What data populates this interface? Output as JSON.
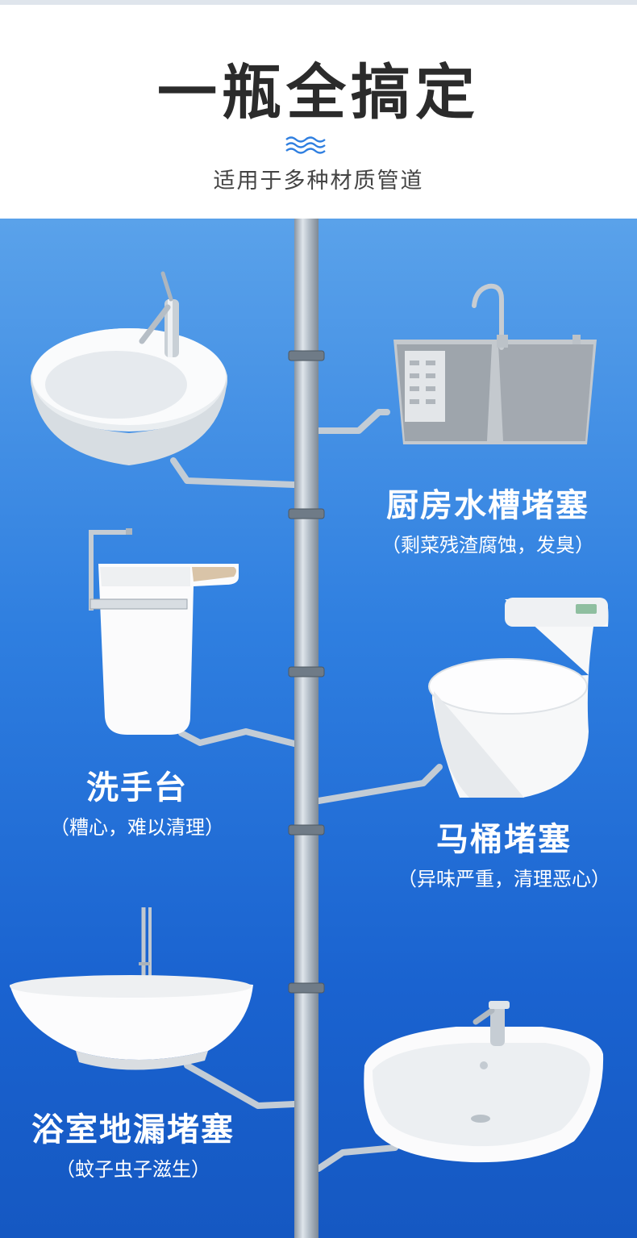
{
  "header": {
    "title": "一瓶全搞定",
    "subtitle": "适用于多种材质管道"
  },
  "icons": {
    "waves": "wave-icon"
  },
  "colors": {
    "background_top": "#5aa2ea",
    "background_bottom": "#1558c2",
    "pipe": "#b8c2cc",
    "text_dark": "#2b2b2b",
    "accent_wave": "#2f7fe0"
  },
  "fixtures": {
    "kitchen_sink": {
      "title": "厨房水槽堵塞",
      "desc": "（剩菜残渣腐蚀，发臭）"
    },
    "washbasin": {
      "title": "洗手台",
      "desc": "（糟心，难以清理）"
    },
    "toilet": {
      "title": "马桶堵塞",
      "desc": "（异味严重，清理恶心）"
    },
    "bathroom_drain": {
      "title": "浴室地漏堵塞",
      "desc": "（蚊子虫子滋生）"
    }
  }
}
